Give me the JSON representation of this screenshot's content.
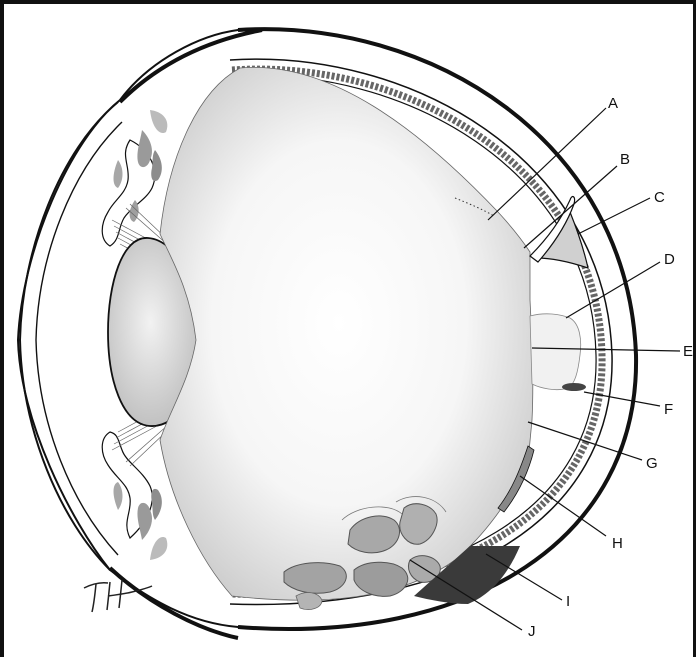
{
  "labels": {
    "A": "A",
    "B": "B",
    "C": "C",
    "D": "D",
    "E": "E",
    "F": "F",
    "G": "G",
    "H": "H",
    "I": "I",
    "J": "J"
  },
  "signature": "TH"
}
